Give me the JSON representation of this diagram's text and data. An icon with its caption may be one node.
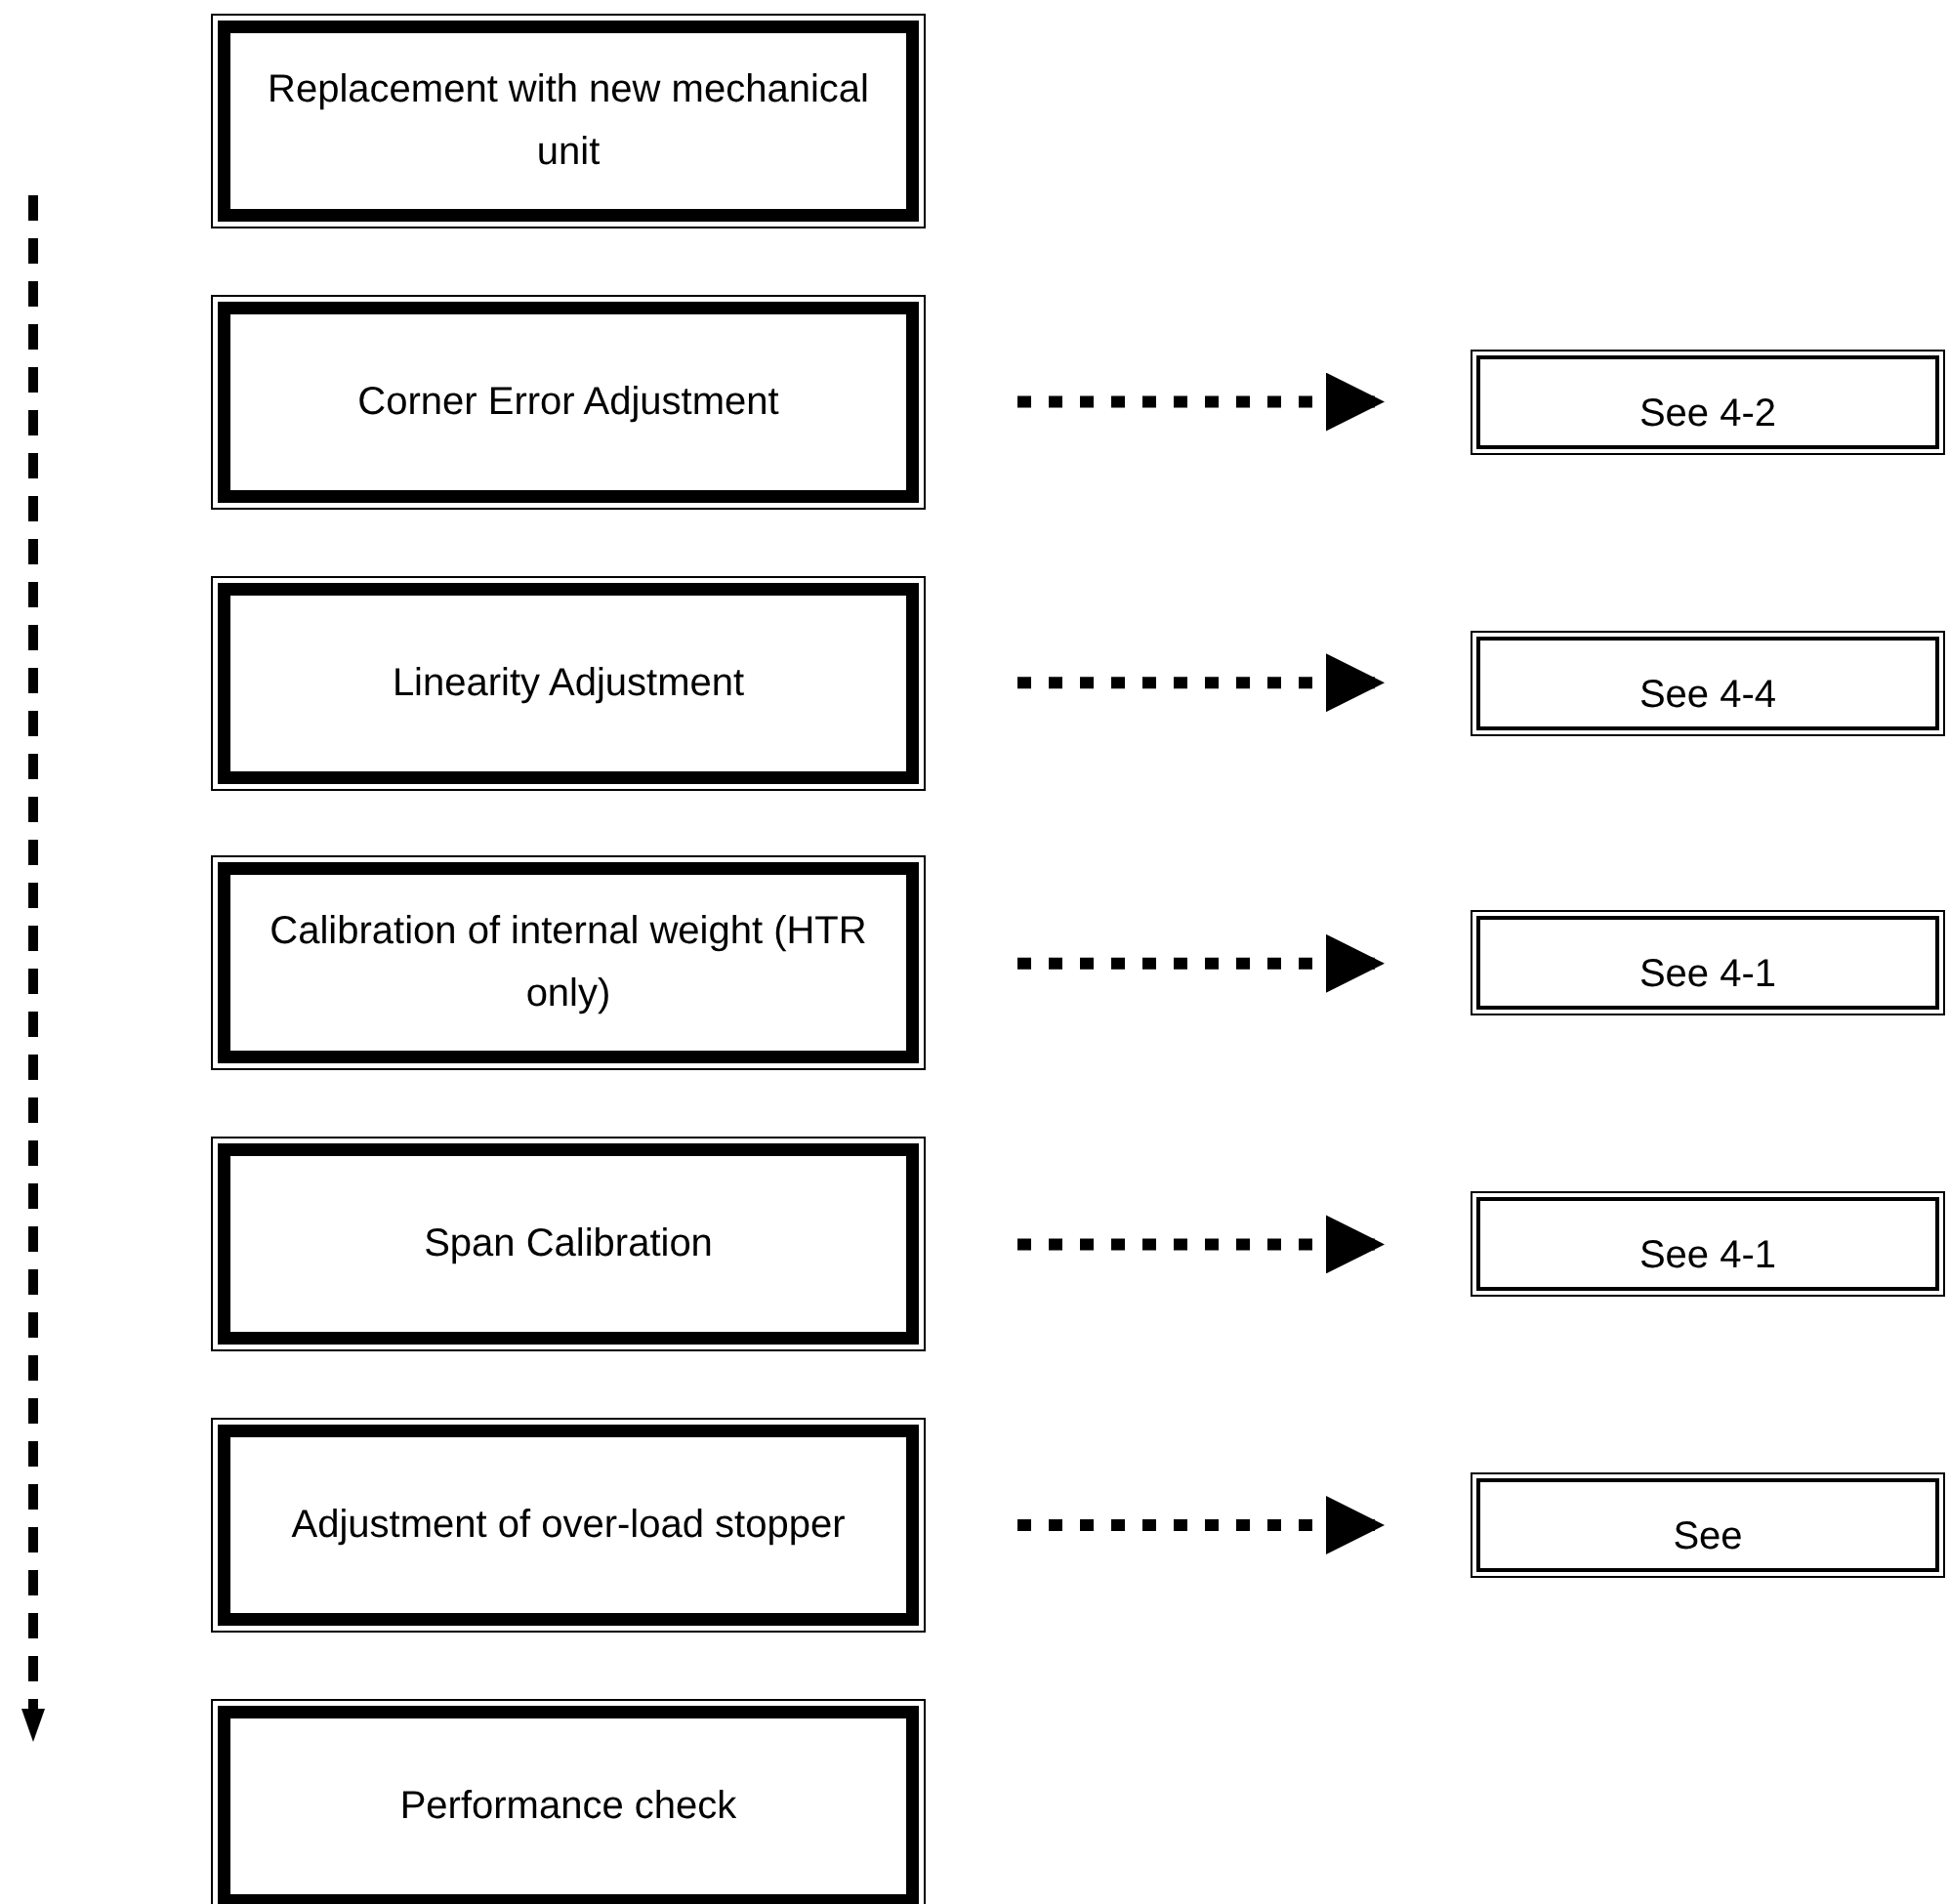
{
  "diagram": {
    "nodes": [
      {
        "text": [
          "Replacement with new mechanical unit"
        ]
      },
      {
        "text": [
          "Corner Error Adjustment"
        ]
      },
      {
        "text": [
          "See 4-2"
        ]
      },
      {
        "text": [
          "Linearity Adjustment"
        ]
      },
      {
        "text": [
          "See 4-4"
        ]
      },
      {
        "text": [
          "Calibration of internal weight (HTR only)"
        ]
      },
      {
        "text": [
          "See 4-1"
        ]
      },
      {
        "text": [
          "Span Calibration"
        ]
      },
      {
        "text": [
          "See 4-1"
        ]
      },
      {
        "text": [
          "Adjustment of over-load stopper"
        ]
      },
      {
        "text": [
          "See"
        ]
      },
      {
        "text": [
          "Performance check"
        ]
      }
    ],
    "edges": [
      {
        "from": 1,
        "to": 2,
        "arrow": "to",
        "style": "dashed"
      },
      {
        "from": 3,
        "to": 4,
        "arrow": "to",
        "style": "dashed"
      },
      {
        "from": 5,
        "to": 6,
        "arrow": "to",
        "style": "dashed"
      },
      {
        "from": 7,
        "to": 8,
        "arrow": "to",
        "style": "dashed"
      },
      {
        "from": 9,
        "to": 10,
        "arrow": "to",
        "style": "dashed"
      }
    ]
  }
}
